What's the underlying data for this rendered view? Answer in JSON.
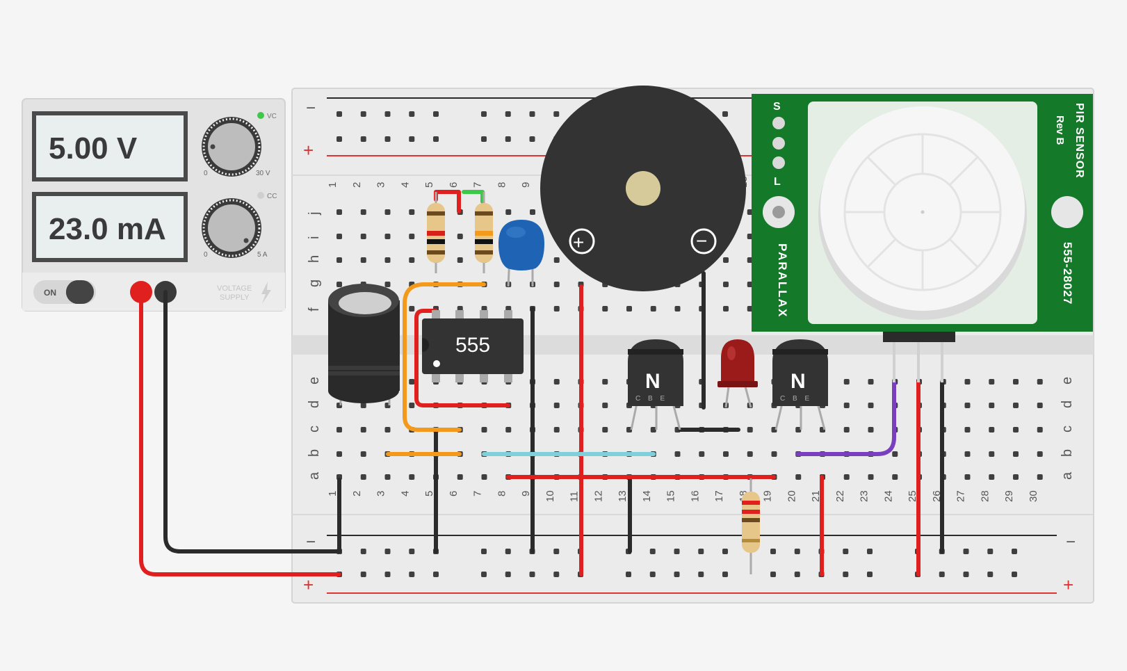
{
  "power_supply": {
    "voltage_reading": "5.00 V",
    "current_reading": "23.0 mA",
    "vc_indicator": "VC",
    "cc_indicator": "CC",
    "voltage_knob_min": "0",
    "voltage_knob_max": "30 V",
    "current_knob_min": "0",
    "current_knob_max": "5 A",
    "power_switch_label": "ON",
    "brand_line1": "VOLTAGE",
    "brand_line2": "SUPPLY",
    "colors": {
      "vc_led": "#3ec84a",
      "cc_led": "#cfcfcf"
    }
  },
  "breadboard": {
    "columns": [
      "1",
      "2",
      "3",
      "4",
      "5",
      "6",
      "7",
      "8",
      "9",
      "10",
      "11",
      "12",
      "13",
      "14",
      "15",
      "16",
      "17",
      "18",
      "19",
      "20",
      "21",
      "22",
      "23",
      "24",
      "25",
      "26",
      "27",
      "28",
      "29",
      "30"
    ],
    "rows_upper": [
      "j",
      "i",
      "h",
      "g",
      "f"
    ],
    "rows_lower": [
      "e",
      "d",
      "c",
      "b",
      "a"
    ],
    "rail_minus": "−",
    "rail_plus": "+"
  },
  "components": {
    "ic_label": "555",
    "transistor_1_label": "N",
    "transistor_1_pins": "C B E",
    "transistor_2_label": "N",
    "transistor_2_pins": "C B E",
    "buzzer_plus": "+",
    "buzzer_minus": "−"
  },
  "pir_sensor": {
    "title": "PIR SENSOR",
    "revision": "Rev B",
    "part_number": "555-28027",
    "brand": "PARALLAX",
    "pin_s": "S",
    "pin_l": "L",
    "colors": {
      "board": "#147a2a"
    }
  },
  "colors": {
    "wire_red": "#e0201f",
    "wire_black": "#2b2b2b",
    "wire_orange": "#f39a1d",
    "wire_cyan": "#7fd0db",
    "wire_purple": "#7a3fbf",
    "wire_green": "#3ec84a"
  }
}
